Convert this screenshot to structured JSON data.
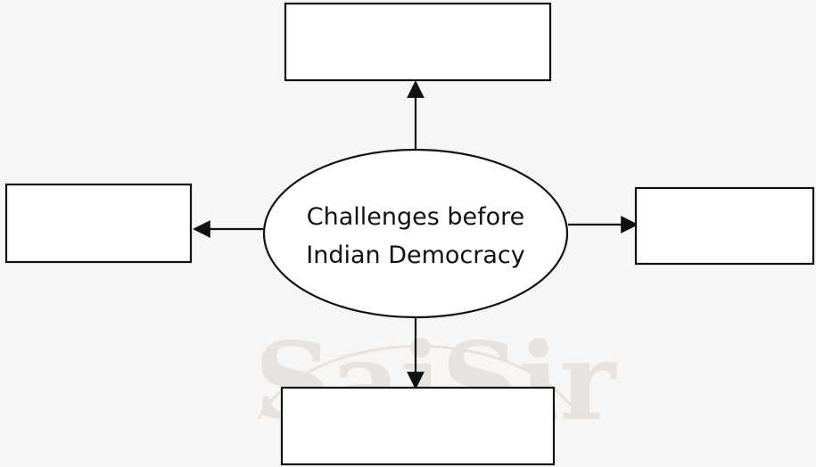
{
  "diagram": {
    "center": {
      "line1": "Challenges before",
      "line2": "Indian Democracy"
    },
    "boxes": {
      "top": "",
      "left": "",
      "right": "",
      "bottom": ""
    },
    "watermark": "SaiSir"
  },
  "colors": {
    "stroke": "#111111",
    "box_fill": "#ffffff",
    "background": "#f7f6f4",
    "watermark": "#e6e3e0"
  }
}
